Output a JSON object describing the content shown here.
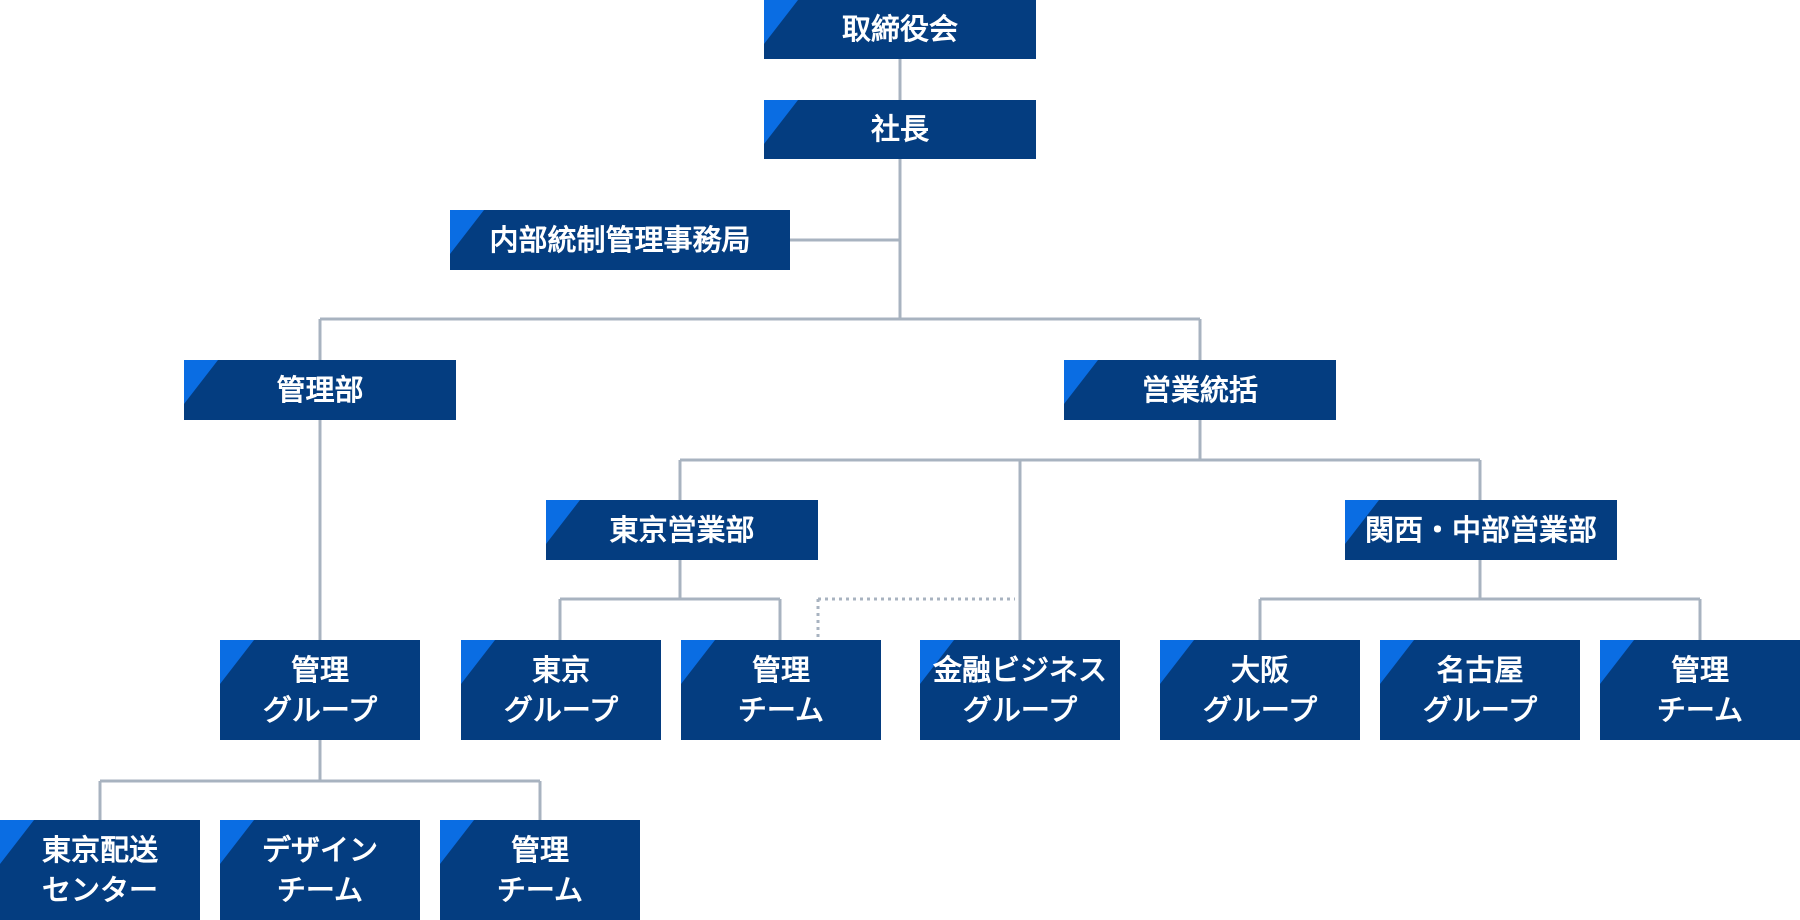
{
  "org_chart": {
    "board": "取締役会",
    "president": "社長",
    "internal_control": "内部統制管理事務局",
    "admin_dept": "管理部",
    "sales_hq": "営業統括",
    "tokyo_sales": "東京営業部",
    "kansai_chubu_sales": "関西・中部営業部",
    "admin_group": [
      "管理",
      "グループ"
    ],
    "tokyo_group": [
      "東京",
      "グループ"
    ],
    "tokyo_admin_team": [
      "管理",
      "チーム"
    ],
    "finance_group": [
      "金融ビジネス",
      "グループ"
    ],
    "osaka_group": [
      "大阪",
      "グループ"
    ],
    "nagoya_group": [
      "名古屋",
      "グループ"
    ],
    "kansai_admin_team": [
      "管理",
      "チーム"
    ],
    "tokyo_delivery": [
      "東京配送",
      "センター"
    ],
    "design_team": [
      "デザイン",
      "チーム"
    ],
    "admin_group_team": [
      "管理",
      "チーム"
    ]
  },
  "colors": {
    "box": "#043d80",
    "accent": "#0a6de3",
    "line": "#a8b3c0"
  }
}
